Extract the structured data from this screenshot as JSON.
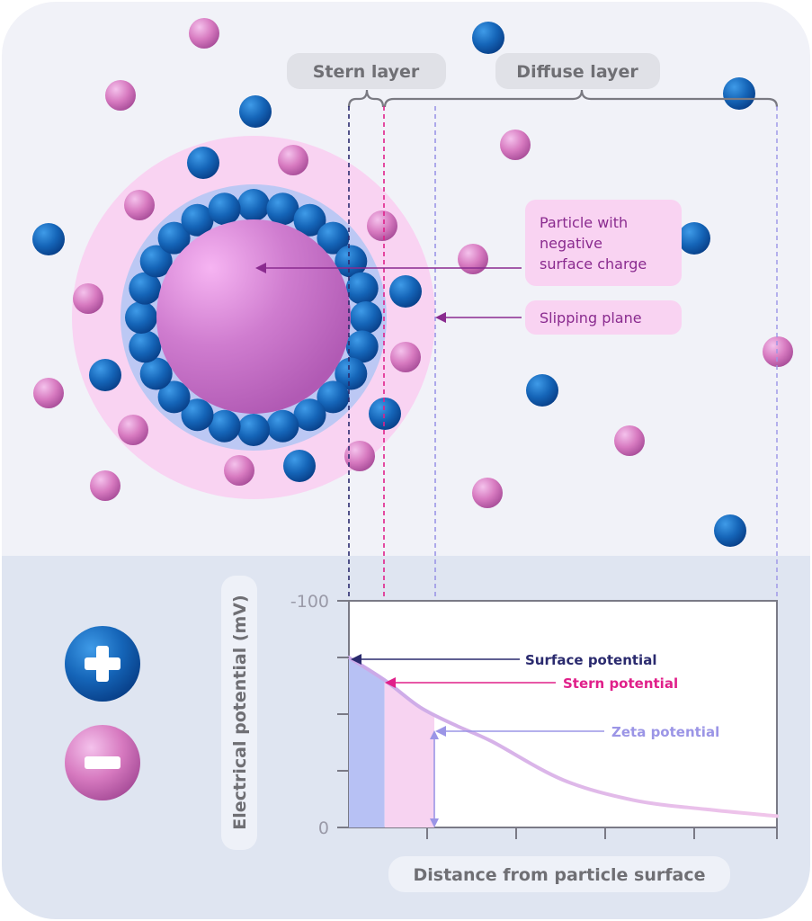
{
  "layers": {
    "stern": "Stern layer",
    "diffuse": "Diffuse layer"
  },
  "callouts": {
    "particle_line1": "Particle with",
    "particle_line2": "negative",
    "particle_line3": "surface charge",
    "slipping": "Slipping plane"
  },
  "chart": {
    "y_axis_title": "Electrical potential (mV)",
    "x_axis_title": "Distance from particle surface",
    "tick_top": "-100",
    "tick_bottom": "0"
  },
  "annotations": {
    "surface": "Surface potential",
    "stern": "Stern potential",
    "zeta": "Zeta potential"
  },
  "legend": {
    "positive_icon": "plus-icon",
    "negative_icon": "minus-icon"
  },
  "colors": {
    "positive_ion": "#1565b8",
    "negative_ion": "#d77ac0",
    "stern_line": "#e0208a",
    "surface_line": "#2a2a6e",
    "zeta_line": "#9b95e6",
    "background_top": "#f1f2f8",
    "background_bottom": "#dfe5f1"
  },
  "chart_data": {
    "type": "area",
    "ylim": [
      -100,
      0
    ],
    "y_reversed": true,
    "series": [
      {
        "x": [
          0,
          0.5,
          1,
          1.5,
          2,
          3,
          4,
          5,
          6
        ],
        "values": [
          -75,
          -65,
          -53,
          -45,
          -38,
          -21,
          -12,
          -8,
          -5
        ]
      }
    ],
    "annotations": [
      {
        "label": "Surface potential",
        "x": 0,
        "y": -75
      },
      {
        "label": "Stern potential",
        "x": 0.5,
        "y": -65
      },
      {
        "label": "Zeta potential",
        "x": 1.1,
        "y": -43
      }
    ]
  }
}
